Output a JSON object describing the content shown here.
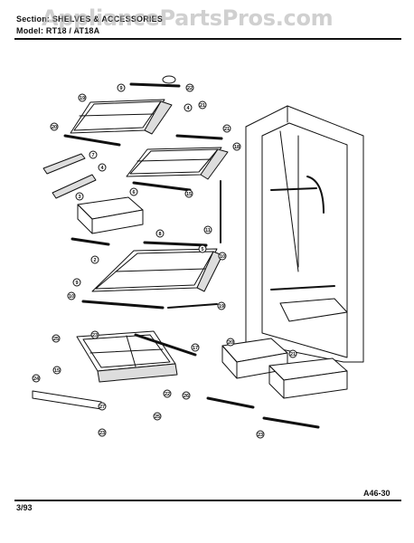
{
  "header": {
    "section_label": "Section:",
    "section_value": "SHELVES & ACCESSORIES",
    "model_label": "Model:",
    "model_value": "RT18 / AT18A"
  },
  "watermark": "AppliancePartsPros.com",
  "footer": {
    "date": "3/93",
    "page_code": "A46-30"
  },
  "callouts": [
    "9",
    "19",
    "22",
    "4",
    "20",
    "21",
    "21",
    "18",
    "7",
    "4",
    "6",
    "15",
    "3",
    "11",
    "10",
    "8",
    "5",
    "2",
    "9",
    "10",
    "19",
    "25",
    "23",
    "17",
    "15",
    "24",
    "27",
    "22",
    "26",
    "25",
    "23",
    "20",
    "21",
    "23",
    "27",
    "28",
    "29",
    "29"
  ]
}
